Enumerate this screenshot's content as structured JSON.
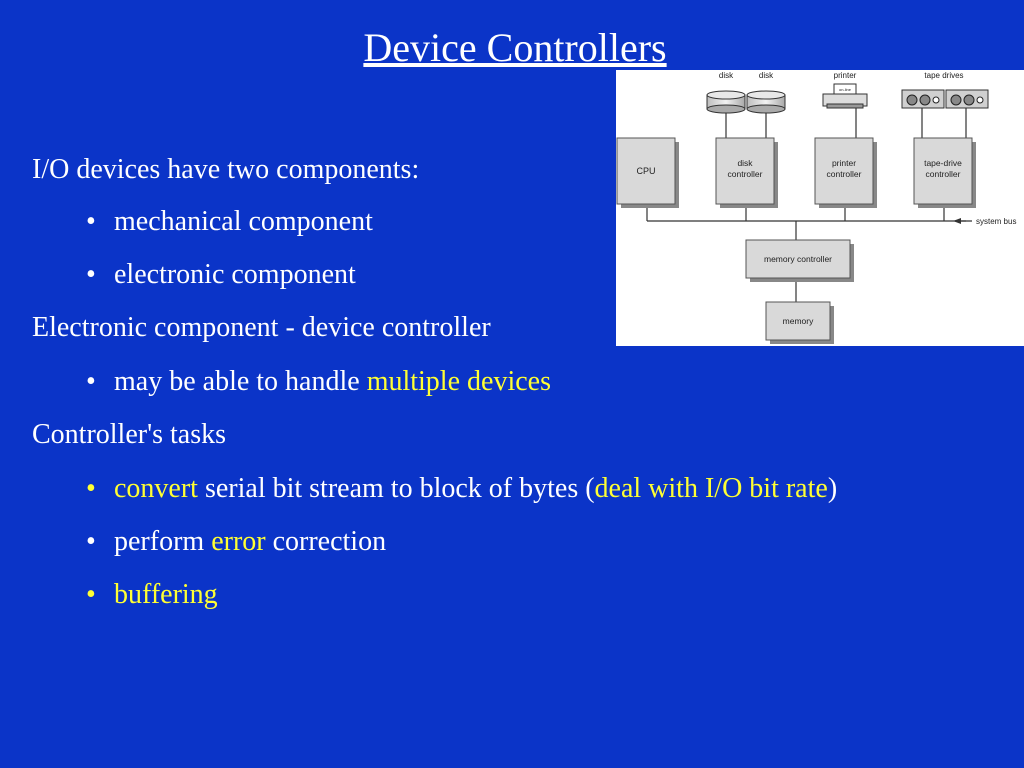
{
  "title": "Device Controllers",
  "lines": [
    {
      "level": 1,
      "parts": [
        {
          "text": "I/O devices have two components:",
          "hl": false
        }
      ]
    },
    {
      "level": 2,
      "parts": [
        {
          "text": "mechanical component",
          "hl": false
        }
      ]
    },
    {
      "level": 2,
      "parts": [
        {
          "text": "electronic component",
          "hl": false
        }
      ]
    },
    {
      "level": 1,
      "parts": [
        {
          "text": "Electronic component - device controller",
          "hl": false
        }
      ]
    },
    {
      "level": 2,
      "parts": [
        {
          "text": "may be able to handle ",
          "hl": false
        },
        {
          "text": "multiple devices",
          "hl": true
        }
      ]
    },
    {
      "level": 1,
      "parts": [
        {
          "text": "Controller's tasks",
          "hl": false
        }
      ]
    },
    {
      "level": 2,
      "parts": [
        {
          "text": "convert",
          "hl": true
        },
        {
          "text": " serial bit stream to block of bytes (",
          "hl": false
        },
        {
          "text": "deal with I/O bit rate",
          "hl": true
        },
        {
          "text": ")",
          "hl": false
        }
      ]
    },
    {
      "level": 2,
      "parts": [
        {
          "text": "perform ",
          "hl": false
        },
        {
          "text": "error",
          "hl": true
        },
        {
          "text": " correction",
          "hl": false
        }
      ]
    },
    {
      "level": 2,
      "parts": [
        {
          "text": "buffering",
          "hl": true
        }
      ]
    }
  ],
  "bullet_char": "•",
  "colors": {
    "background": "#0b34c8",
    "text": "#ffffff",
    "highlight": "#ffff33"
  },
  "diagram": {
    "top_labels": {
      "disk1": "disk",
      "disk2": "disk",
      "printer": "printer",
      "tape": "tape drives"
    },
    "printer_paper": "on-line",
    "boxes": {
      "cpu": "CPU",
      "disk_controller": [
        "disk",
        "controller"
      ],
      "printer_controller": [
        "printer",
        "controller"
      ],
      "tape_controller": [
        "tape-drive",
        "controller"
      ],
      "memory_controller": "memory controller",
      "memory": "memory"
    },
    "bus_label": "system bus"
  }
}
